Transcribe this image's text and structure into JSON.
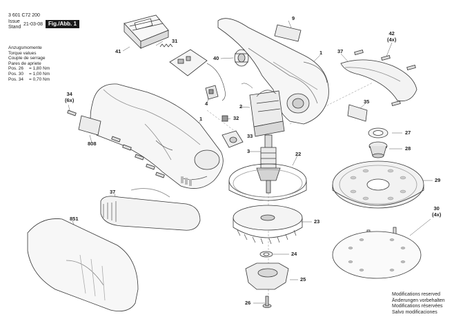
{
  "header": {
    "doc_number": "3 601 C72 200",
    "issue_label": "Issue",
    "stand_label": "Stand",
    "date": "21-03-08",
    "figure_label": "Fig./Abb. 1"
  },
  "torque_values": {
    "headings": [
      "Anzugsmomente",
      "Torque values",
      "Couple de serrage",
      "Pares de apriete"
    ],
    "rows": [
      {
        "pos": "Pos. 26",
        "value": "= 1,80 Nm"
      },
      {
        "pos": "Pos. 30",
        "value": "= 1,00 Nm"
      },
      {
        "pos": "Pos. 34",
        "value": "= 0,70 Nm"
      }
    ]
  },
  "modifications_note": [
    "Modifications reserved",
    "Änderungen vorbehalten",
    "Modifications réservées",
    "Salvo modificaciones"
  ],
  "part_labels": {
    "p9": "9",
    "p41": "41",
    "p31": "31",
    "p40": "40",
    "p1a": "1",
    "p37a": "37",
    "p42": "42",
    "p42q": "(4x)",
    "p4": "4",
    "p34": "34",
    "p34q": "(6x)",
    "p2": "2",
    "p32": "32",
    "p35": "35",
    "p1b": "1",
    "p33": "33",
    "p27": "27",
    "p808": "808",
    "p3": "3",
    "p28": "28",
    "p22": "22",
    "p29": "29",
    "p37b": "37",
    "p23": "23",
    "p851": "851",
    "p30": "30",
    "p30q": "(4x)",
    "p24": "24",
    "p25": "25",
    "p26": "26"
  }
}
